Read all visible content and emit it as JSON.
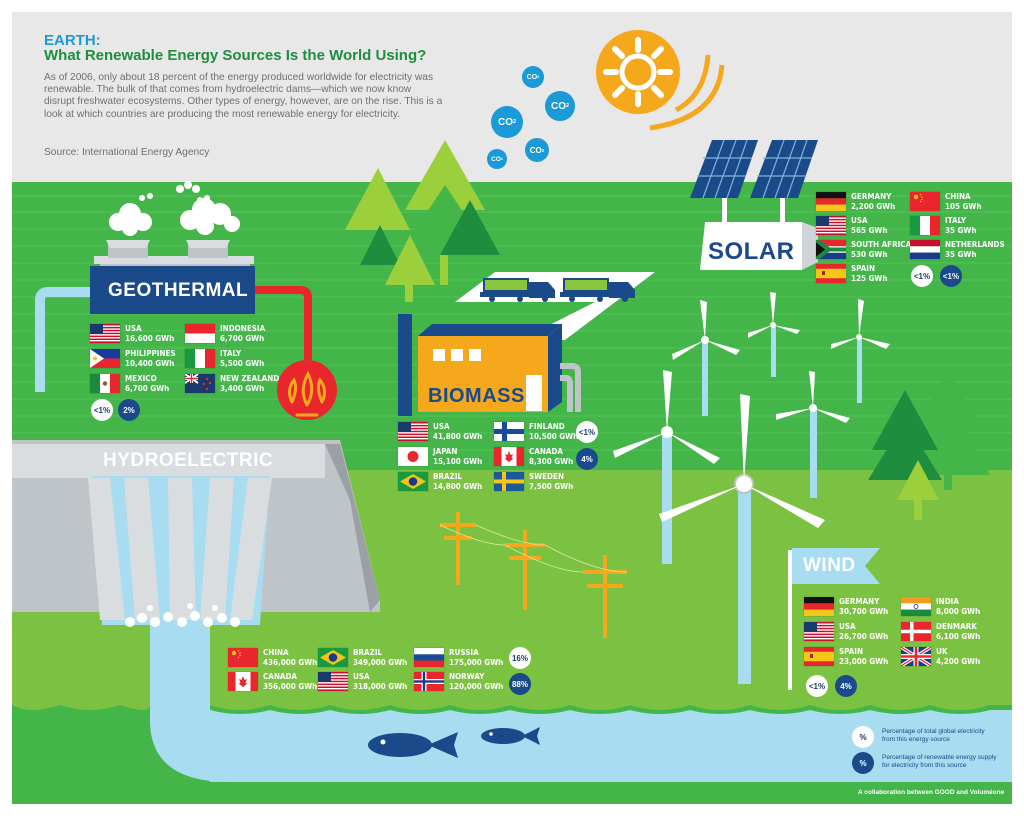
{
  "header": {
    "earth_label": "EARTH:",
    "title": "What Renewable Energy Sources Is the World Using?",
    "intro": "As of 2006, only about 18 percent of the energy produced worldwide for electricity was renewable. The bulk of that comes from hydroelectric dams—which we now know disrupt freshwater ecosystems. Other types of energy, however, are on the rise. This is a look at which countries are producing the most renewable energy for electricity.",
    "source": "Source: International Energy Agency"
  },
  "co2_bubbles": [
    "CO",
    "CO",
    "CO",
    "CO",
    "CO"
  ],
  "co2_subscript": "2",
  "colors": {
    "sky": "#e8e8e8",
    "grass": "#44b549",
    "grass_light": "#8cc63f",
    "water": "#a8dcf0",
    "navy": "#1a4a8a",
    "sun": "#f5a81c",
    "heading_blue": "#1a9ad6",
    "heading_green": "#1e8e3e"
  },
  "sections": {
    "geothermal": {
      "label": "GEOTHERMAL",
      "entries": [
        {
          "country": "USA",
          "value": "16,600 GWh",
          "flag": "usa"
        },
        {
          "country": "INDONESIA",
          "value": "6,700 GWh",
          "flag": "indonesia"
        },
        {
          "country": "PHILIPPINES",
          "value": "10,400 GWh",
          "flag": "philippines"
        },
        {
          "country": "ITALY",
          "value": "5,500 GWh",
          "flag": "italy"
        },
        {
          "country": "MEXICO",
          "value": "6,700 GWh",
          "flag": "mexico"
        },
        {
          "country": "NEW ZEALAND",
          "value": "3,400 GWh",
          "flag": "newzealand"
        }
      ],
      "share_global": "<1%",
      "share_renewable": "2%"
    },
    "biomass": {
      "label": "BIOMASS",
      "entries": [
        {
          "country": "USA",
          "value": "41,800 GWh",
          "flag": "usa"
        },
        {
          "country": "FINLAND",
          "value": "10,500 GWh",
          "flag": "finland"
        },
        {
          "country": "JAPAN",
          "value": "15,100 GWh",
          "flag": "japan"
        },
        {
          "country": "CANADA",
          "value": "8,300 GWh",
          "flag": "canada"
        },
        {
          "country": "BRAZIL",
          "value": "14,800 GWh",
          "flag": "brazil"
        },
        {
          "country": "SWEDEN",
          "value": "7,500 GWh",
          "flag": "sweden"
        }
      ],
      "share_global": "<1%",
      "share_renewable": "4%"
    },
    "solar": {
      "label": "SOLAR",
      "entries": [
        {
          "country": "GERMANY",
          "value": "2,200 GWh",
          "flag": "germany"
        },
        {
          "country": "CHINA",
          "value": "105 GWh",
          "flag": "china"
        },
        {
          "country": "USA",
          "value": "565 GWh",
          "flag": "usa"
        },
        {
          "country": "ITALY",
          "value": "35 GWh",
          "flag": "italy"
        },
        {
          "country": "SOUTH AFRICA",
          "value": "530 GWh",
          "flag": "southafrica"
        },
        {
          "country": "NETHERLANDS",
          "value": "35 GWh",
          "flag": "netherlands"
        },
        {
          "country": "SPAIN",
          "value": "125 GWh",
          "flag": "spain"
        }
      ],
      "share_global": "<1%",
      "share_renewable": "<1%"
    },
    "hydroelectric": {
      "label": "HYDROELECTRIC",
      "entries": [
        {
          "country": "CHINA",
          "value": "436,000 GWh",
          "flag": "china"
        },
        {
          "country": "BRAZIL",
          "value": "349,000 GWh",
          "flag": "brazil"
        },
        {
          "country": "RUSSIA",
          "value": "175,000 GWh",
          "flag": "russia"
        },
        {
          "country": "CANADA",
          "value": "356,000 GWh",
          "flag": "canada"
        },
        {
          "country": "USA",
          "value": "318,000 GWh",
          "flag": "usa"
        },
        {
          "country": "NORWAY",
          "value": "120,000 GWh",
          "flag": "norway"
        }
      ],
      "share_global": "16%",
      "share_renewable": "88%"
    },
    "wind": {
      "label": "WIND",
      "entries": [
        {
          "country": "GERMANY",
          "value": "30,700 GWh",
          "flag": "germany"
        },
        {
          "country": "INDIA",
          "value": "8,000 GWh",
          "flag": "india"
        },
        {
          "country": "USA",
          "value": "26,700 GWh",
          "flag": "usa"
        },
        {
          "country": "DENMARK",
          "value": "6,100 GWh",
          "flag": "denmark"
        },
        {
          "country": "SPAIN",
          "value": "23,000 GWh",
          "flag": "spain"
        },
        {
          "country": "UK",
          "value": "4,200 GWh",
          "flag": "uk"
        }
      ],
      "share_global": "<1%",
      "share_renewable": "4%"
    }
  },
  "legend": {
    "symbol": "%",
    "white_text": "Percentage of total global electricity from this energy source",
    "blue_text": "Percentage of renewable energy supply for electricity from this source"
  },
  "credit": "A collaboration between GOOD and Voluméone"
}
